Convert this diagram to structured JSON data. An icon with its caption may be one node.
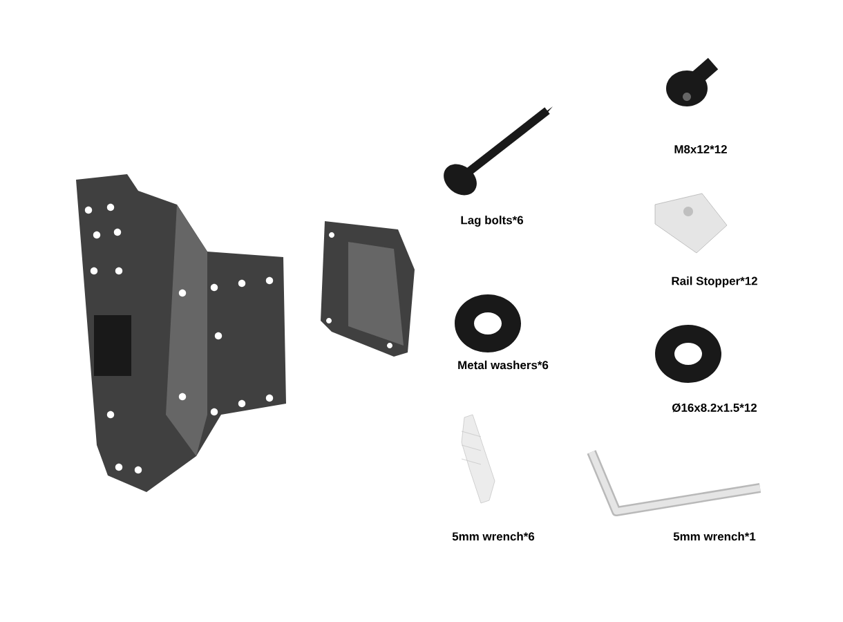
{
  "diagram": {
    "labels": [
      "M8x12*12",
      "Lag bolts*6",
      "Rail Stopper*12",
      "Metal washers*6",
      "Ø16x8.2x1.5*12",
      "5mm wrench*6",
      "5mm wrench*1"
    ]
  }
}
